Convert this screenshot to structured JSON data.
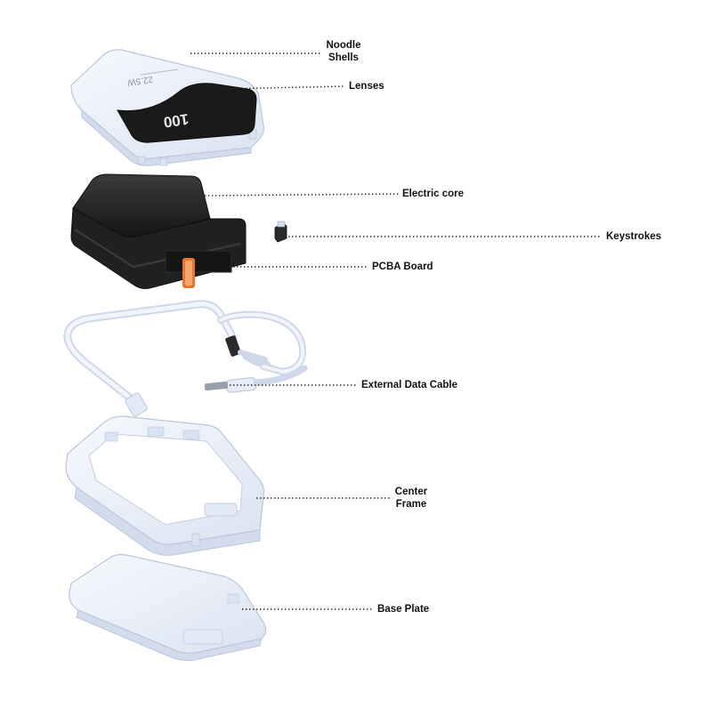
{
  "colors": {
    "shell": "#eef2fa",
    "shell_edge": "#b9c6dc",
    "shell_shade": "#d3dcec",
    "dark": "#1f1f1f",
    "dark_mid": "#2e2e2e",
    "accent": "#e8772e",
    "leader": "#222222",
    "label": "#111111"
  },
  "screen": {
    "readout": "100",
    "top_text": "22.5W"
  },
  "labels": {
    "noodle_shells": [
      "Noodle",
      "Shells"
    ],
    "lenses": "Lenses",
    "electric_core": "Electric core",
    "keystrokes": "Keystrokes",
    "pcba_board": "PCBA Board",
    "external_data_cable": "External Data Cable",
    "center_frame": [
      "Center",
      "Frame"
    ],
    "base_plate": "Base Plate"
  },
  "icons": [
    "leader-dot-line",
    "power-bank-part"
  ]
}
